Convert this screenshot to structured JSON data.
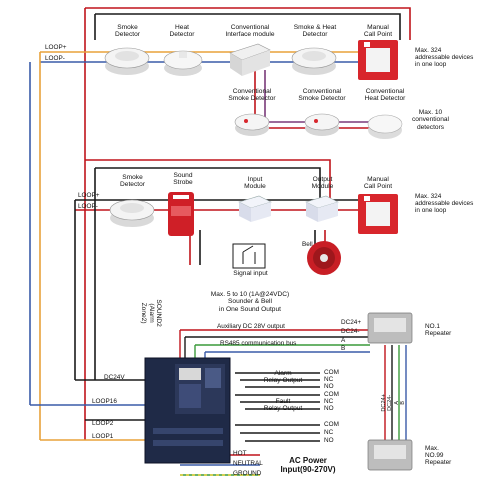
{
  "loop_top": {
    "loop_plus": "LOOP+",
    "loop_minus": "LOOP-",
    "smoke_detector": "Smoke\nDetector",
    "heat_detector": "Heat\nDetector",
    "conventional_interface_module": "Conventional\nInterface module",
    "smoke_heat_detector": "Smoke & Heat\nDetector",
    "manual_call_point": "Manual\nCall Point",
    "max_devices": "Max. 324\naddressable devices\nin one loop",
    "conv_smoke_detector_1": "Conventional\nSmoke Detector",
    "conv_smoke_detector_2": "Conventional\nSmoke Detector",
    "conv_heat_detector": "Conventional\nHeat Detector",
    "max_conventional": "Max. 10\nconventional\ndetectors"
  },
  "loop_middle": {
    "loop_plus": "LOOP+",
    "loop_minus": "LOOP-",
    "smoke_detector": "Smoke\nDetector",
    "sound_strobe": "Sound\nStrobe",
    "input_module": "Input\nModule",
    "output_module": "Output\nModule",
    "manual_call_point": "Manual\nCall Point",
    "max_devices": "Max. 324\naddressable devices\nin one loop",
    "signal_input": "Signal input",
    "bell": "Bell",
    "sounder_note": "Max. 5 to 10 (1A@24VDC)\nSounder & Bell\nin One Sound Output"
  },
  "panel": {
    "sound2": "SOUND2\n(Alarm Zone2)",
    "dc24v": "DC24V",
    "loop16": "LOOP16",
    "loop2": "LOOP2",
    "loop1": "LOOP1",
    "auxiliary": "Auxiliary DC 28V output",
    "rs485": "RS485 communication bus",
    "dc24_plus": "DC24+",
    "dc24_minus": "DC24-",
    "a": "A",
    "b": "B",
    "repeater1": "NO.1\nRepeater",
    "repeater99": "Max.\nNO.99\nRepeater",
    "vertical_bus": "DC24+\nDC24-\nA\nB",
    "alarm_relay": "Alarm\nRelay Output",
    "fault_relay": "Fault\nRelay Output",
    "com": "COM",
    "nc": "NC",
    "no": "NO",
    "hot": "HOT",
    "neutral": "NEUTRAL",
    "ground": "GROUND",
    "ac_power": "AC Power\nInput(90-270V)"
  },
  "colors": {
    "red_wire": "#c0141b",
    "black_wire": "#1a1a1a",
    "orange_wire": "#e8a23a",
    "blue_wire": "#3a5ba8",
    "purple_wire": "#7a3a7a",
    "green_wire": "#3a9a3a",
    "yellow_wire": "#e8d23a"
  }
}
